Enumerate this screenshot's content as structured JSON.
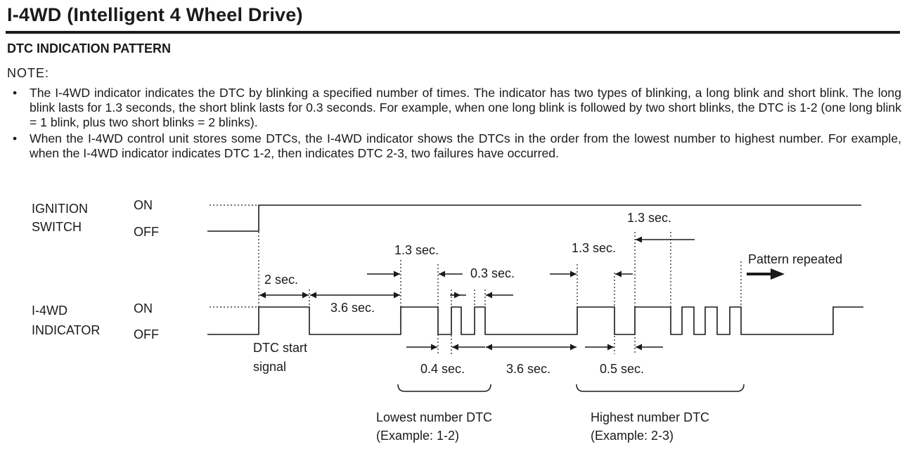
{
  "title": "I-4WD (Intelligent 4 Wheel Drive)",
  "section_title": "DTC INDICATION PATTERN",
  "note_label": "NOTE:",
  "notes": [
    "The I-4WD indicator indicates the DTC by blinking a specified number of times. The indicator has two types of blinking, a long blink and short blink. The long blink lasts for 1.3 seconds, the short blink lasts for 0.3 seconds. For example, when one long blink is followed by two short blinks, the DTC is 1-2 (one long blink = 1 blink, plus two short blinks = 2 blinks).",
    "When the I-4WD control unit stores some DTCs, the I-4WD indicator shows the DTCs in the order from the lowest number to highest number. For example, when the I-4WD indicator indicates DTC 1-2, then indicates DTC 2-3, two failures have occurred."
  ],
  "diagram": {
    "ignition_label_1": "IGNITION",
    "ignition_label_2": "SWITCH",
    "indicator_label_1": "I-4WD",
    "indicator_label_2": "INDICATOR",
    "on": "ON",
    "off": "OFF",
    "t_2sec": "2 sec.",
    "t_36sec_a": "3.6 sec.",
    "t_13sec_a": "1.3 sec.",
    "t_03sec": "0.3 sec.",
    "t_13sec_b": "1.3 sec.",
    "t_13sec_c": "1.3 sec.",
    "t_04sec": "0.4 sec.",
    "t_36sec_b": "3.6 sec.",
    "t_05sec": "0.5 sec.",
    "dtc_start_1": "DTC start",
    "dtc_start_2": "signal",
    "pattern_repeated": "Pattern repeated",
    "lowest_1": "Lowest number DTC",
    "lowest_2": "(Example: 1-2)",
    "highest_1": "Highest number DTC",
    "highest_2": "(Example: 2-3)"
  }
}
